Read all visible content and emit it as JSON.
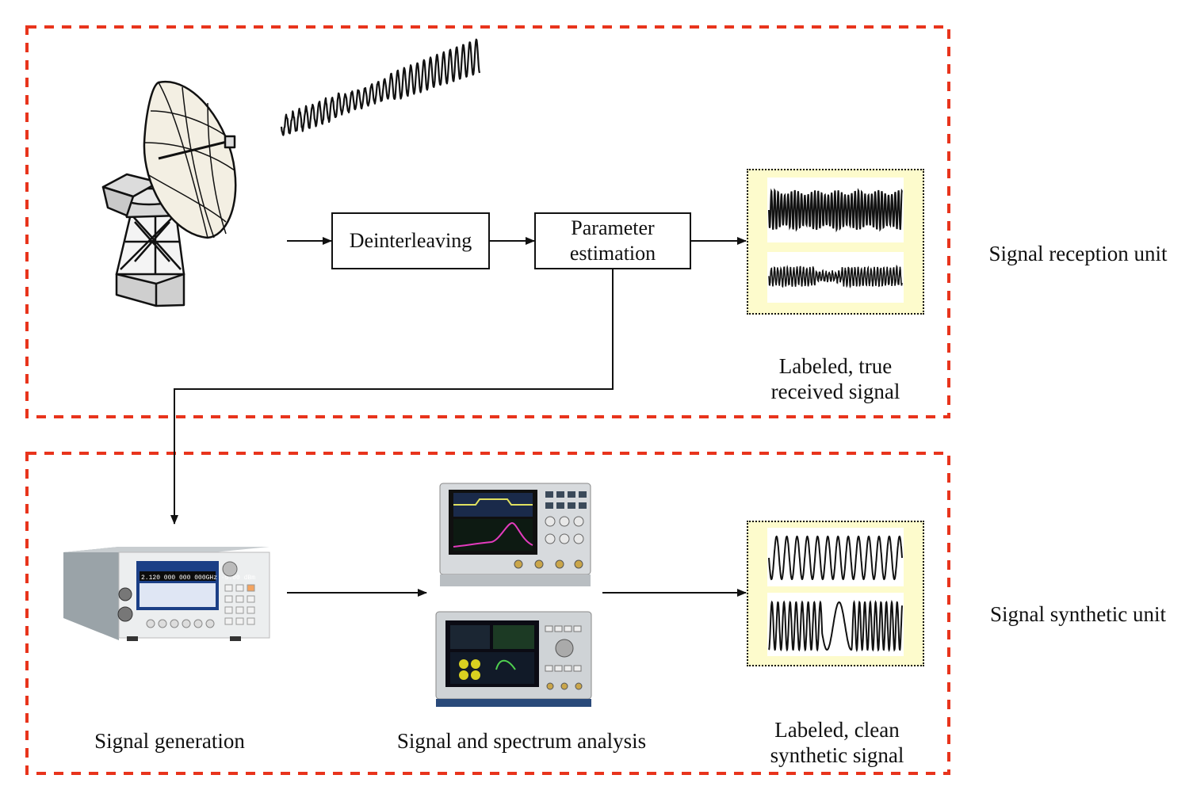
{
  "colors": {
    "dashed_border": "#e8341c",
    "yellow_panel": "#fdfbcc",
    "line": "#111111"
  },
  "reception_unit": {
    "label": "Signal reception unit",
    "deinterleaving": "Deinterleaving",
    "parameter_estimation_line1": "Parameter",
    "parameter_estimation_line2": "estimation",
    "output_line1": "Labeled, true",
    "output_line2": "received signal"
  },
  "synthetic_unit": {
    "label": "Signal synthetic unit",
    "generation": "Signal generation",
    "analysis": "Signal and spectrum analysis",
    "output_line1": "Labeled, clean",
    "output_line2": "synthetic signal"
  },
  "icons": {
    "antenna": "radio-dish-antenna-icon",
    "generator": "signal-generator-instrument-icon",
    "oscilloscope": "oscilloscope-instrument-icon",
    "analyzer": "spectrum-analyzer-instrument-icon"
  }
}
